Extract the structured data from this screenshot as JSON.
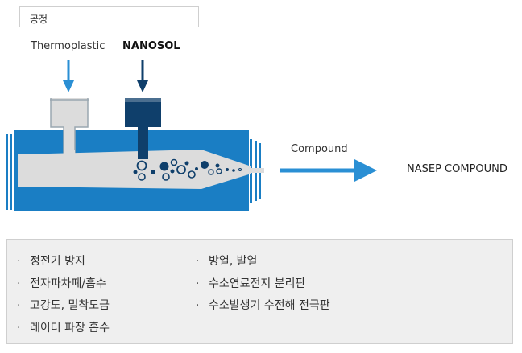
{
  "header": {
    "tag": "공정"
  },
  "inputs": {
    "left": "Thermoplastic",
    "right": "NANOSOL"
  },
  "output": {
    "label": "Compound",
    "result": "NASEP COMPOUND"
  },
  "features": {
    "left": [
      "정전기 방지",
      "전자파차폐/흡수",
      "고강도, 밀착도금",
      "레이더 파장 흡수"
    ],
    "right": [
      "방열, 발열",
      "수소연료전지 분리판",
      "수소발생기 수전해 전극판"
    ]
  },
  "colors": {
    "barrel": "#1a7ec4",
    "dark": "#0f3f6b",
    "light": "#dcdcdc",
    "arrow": "#2a8fd4"
  }
}
